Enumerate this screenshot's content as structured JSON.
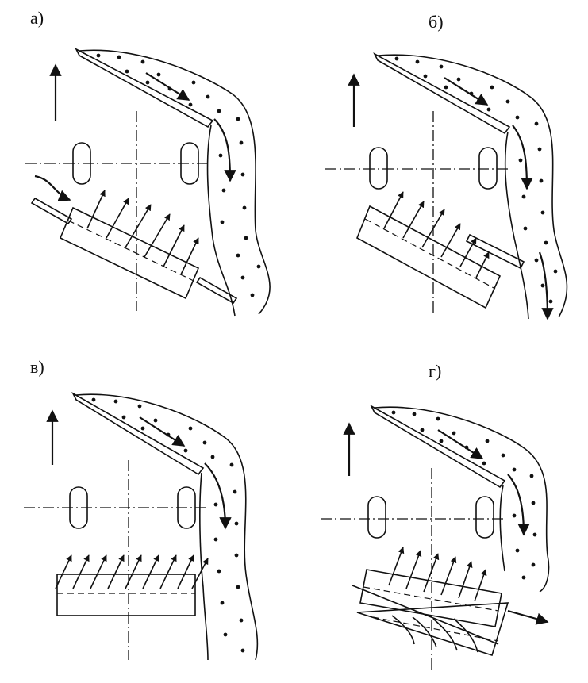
{
  "panels": [
    {
      "id": "a",
      "label": "а)"
    },
    {
      "id": "b",
      "label": "б)"
    },
    {
      "id": "v",
      "label": "в)"
    },
    {
      "id": "g",
      "label": "г)"
    }
  ]
}
